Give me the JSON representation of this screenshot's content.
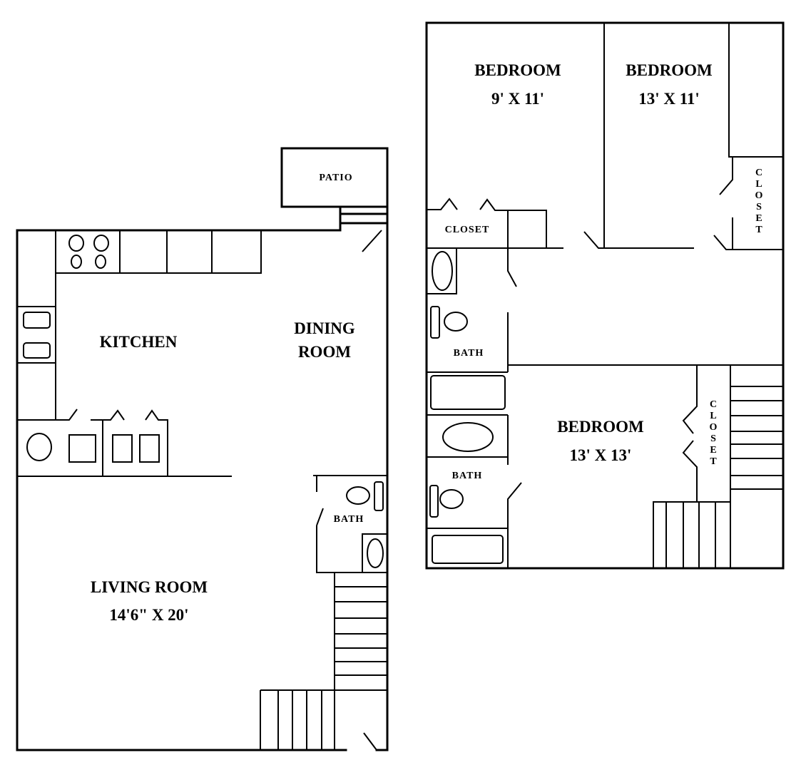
{
  "first_floor": {
    "patio": "PATIO",
    "kitchen": "KITCHEN",
    "dining_line1": "DINING",
    "dining_line2": "ROOM",
    "bath": "BATH",
    "living_room": "LIVING ROOM",
    "living_room_size": "14'6\" X 20'"
  },
  "second_floor": {
    "bedroom1": {
      "label": "BEDROOM",
      "size": "9' X 11'"
    },
    "bedroom2": {
      "label": "BEDROOM",
      "size": "13' X 11'"
    },
    "bedroom3": {
      "label": "BEDROOM",
      "size": "13' X 13'"
    },
    "closet_horizontal": "CLOSET",
    "closet_vertical_upper": "CLOSET",
    "closet_vertical_lower": "CLOSET",
    "bath_upper": "BATH",
    "bath_lower": "BATH"
  }
}
